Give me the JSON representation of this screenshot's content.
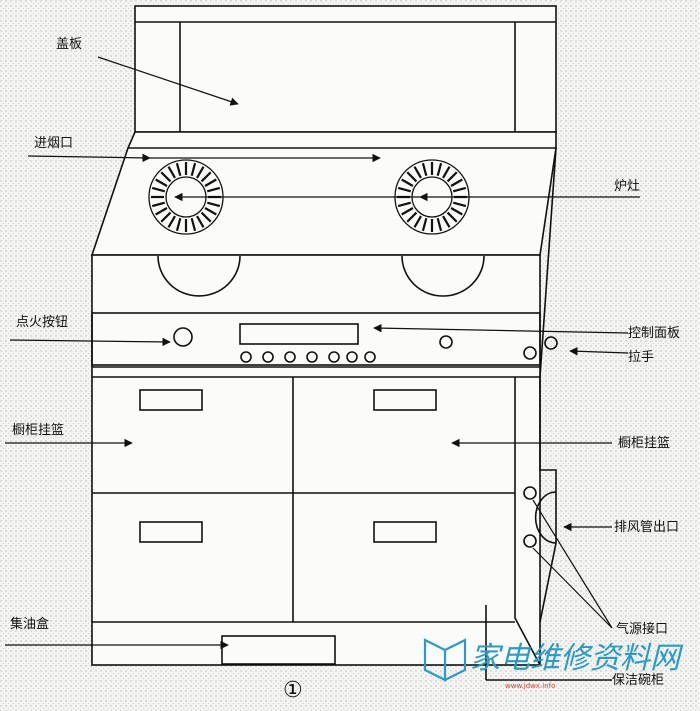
{
  "labels": {
    "cover": "盖板",
    "smoke_inlet": "进烟口",
    "burner": "炉灶",
    "igniter": "点火按钮",
    "control_panel": "控制面板",
    "handle": "拉手",
    "drawer_left": "橱柜挂篮",
    "drawer_right": "橱柜挂篮",
    "exhaust_outlet": "排风管出口",
    "oil_box": "集油盒",
    "gas_inlet": "气源接口",
    "cabinet": "保洁碗柜"
  },
  "figure_number": "①",
  "watermark": {
    "text": "家电维修资料网",
    "sub": "www.jdwx.info"
  },
  "colors": {
    "line": "#111111",
    "background": "#f4f4f2",
    "watermark": "#2a9ac8"
  }
}
